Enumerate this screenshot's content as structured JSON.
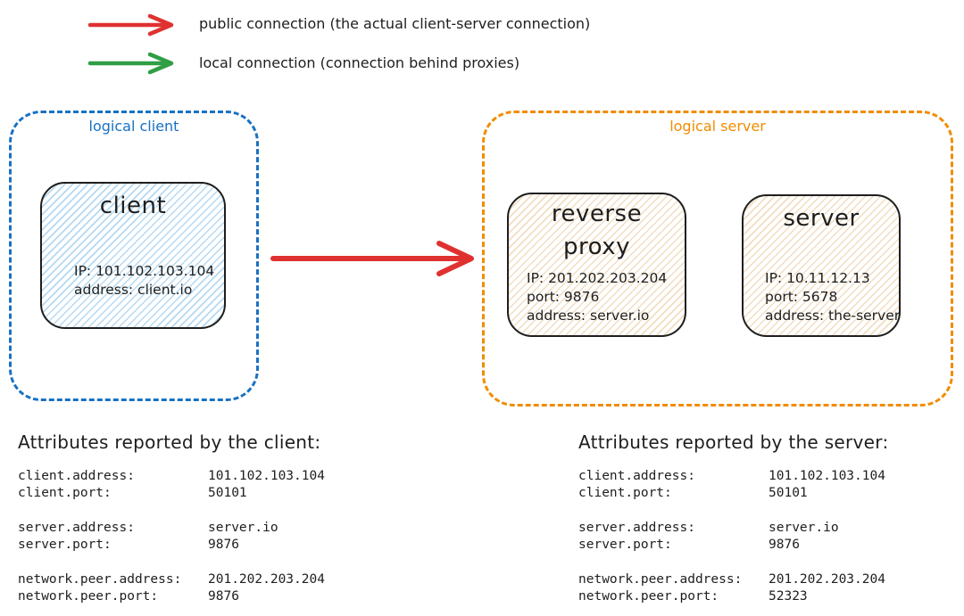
{
  "legend": {
    "items": [
      {
        "icon": "public-connection-arrow-icon",
        "color": "#e03131",
        "label": "public connection (the actual client-server connection)"
      },
      {
        "icon": "local-connection-arrow-icon",
        "color": "#2f9e44",
        "label": "local connection (connection behind proxies)"
      }
    ]
  },
  "diagram": {
    "logical_client": {
      "label": "logical client",
      "accent": "#1971c2",
      "client_node": {
        "title": "client",
        "fill_hatch": "#b5d9f2",
        "lines": [
          "IP: 101.102.103.104",
          "address: client.io"
        ]
      }
    },
    "connection": {
      "type": "public connection",
      "color": "#e03131",
      "direction": "client-to-server"
    },
    "logical_server": {
      "label": "logical server",
      "accent": "#f08c00",
      "reverse_proxy_node": {
        "title": "reverse proxy",
        "fill_hatch": "#f2ddc0",
        "lines": [
          "IP: 201.202.203.204",
          "port: 9876",
          "address: server.io"
        ]
      },
      "server_node": {
        "title": "server",
        "fill_hatch": "#f2ddc0",
        "lines": [
          "IP: 10.11.12.13",
          "port: 5678",
          "address: the-server"
        ]
      }
    }
  },
  "panels": {
    "client": {
      "heading": "Attributes reported by the client:",
      "groups": [
        [
          {
            "key": "client.address:",
            "value": "101.102.103.104"
          },
          {
            "key": "client.port:",
            "value": "50101"
          }
        ],
        [
          {
            "key": "server.address:",
            "value": "server.io"
          },
          {
            "key": "server.port:",
            "value": "9876"
          }
        ],
        [
          {
            "key": "network.peer.address:",
            "value": "201.202.203.204"
          },
          {
            "key": "network.peer.port:",
            "value": "9876"
          }
        ]
      ]
    },
    "server": {
      "heading": "Attributes reported by the server:",
      "groups": [
        [
          {
            "key": "client.address:",
            "value": "101.102.103.104"
          },
          {
            "key": "client.port:",
            "value": "50101"
          }
        ],
        [
          {
            "key": "server.address:",
            "value": "server.io"
          },
          {
            "key": "server.port:",
            "value": "9876"
          }
        ],
        [
          {
            "key": "network.peer.address:",
            "value": "201.202.203.204"
          },
          {
            "key": "network.peer.port:",
            "value": "52323"
          }
        ]
      ]
    }
  },
  "colors": {
    "public_connection": "#e03131",
    "local_connection": "#2f9e44",
    "logical_client_accent": "#1971c2",
    "logical_server_accent": "#f08c00",
    "ink": "#1e1e1e"
  }
}
